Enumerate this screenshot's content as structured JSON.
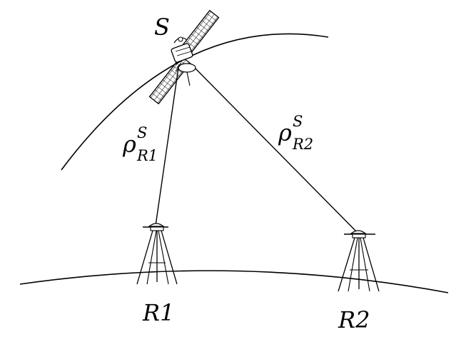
{
  "labels": {
    "satellite": "S",
    "receiver_1": "R1",
    "receiver_2": "R2"
  },
  "ranges": [
    {
      "symbol": "ρ",
      "superscript": "S",
      "subscript": "R1"
    },
    {
      "symbol": "ρ",
      "superscript": "S",
      "subscript": "R2"
    }
  ],
  "icons": {
    "satellite": "satellite-icon",
    "receiver": "tripod-receiver-icon"
  },
  "colors": {
    "stroke": "#000000",
    "background": "#ffffff"
  }
}
